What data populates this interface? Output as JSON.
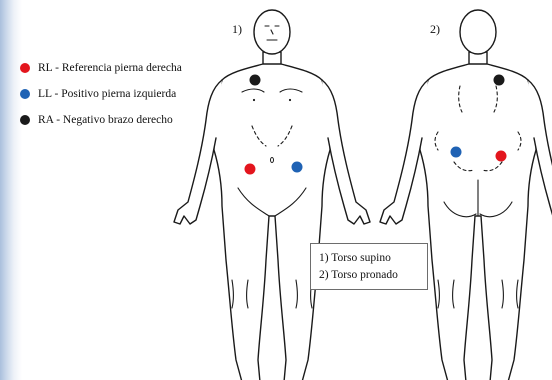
{
  "legend": [
    {
      "label": "RL - Referencia pierna derecha",
      "color": "#e3151d"
    },
    {
      "label": "LL - Positivo pierna izquierda",
      "color": "#1f62b4"
    },
    {
      "label": "RA - Negativo brazo derecho",
      "color": "#1a1a1a"
    }
  ],
  "panels": [
    {
      "label": "1)",
      "view": "front"
    },
    {
      "label": "2)",
      "view": "back"
    }
  ],
  "caption": {
    "line1": "1)  Torso supino",
    "line2": "2)  Torso pronado"
  },
  "electrodes": {
    "front": [
      "RA",
      "RL",
      "LL"
    ],
    "back": [
      "RA",
      "LL",
      "RL"
    ]
  }
}
